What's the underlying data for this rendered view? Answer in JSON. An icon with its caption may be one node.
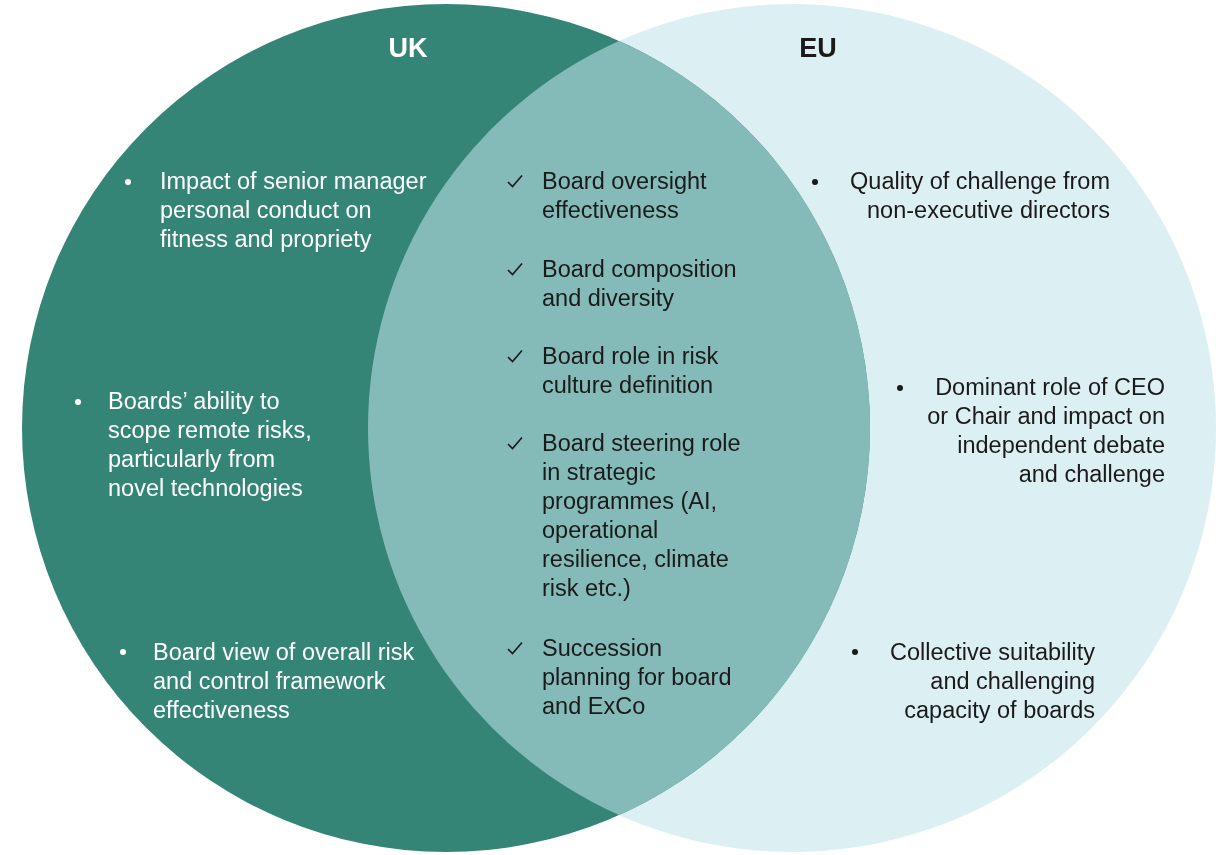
{
  "diagram": {
    "nodes": [
      {
        "text": [
          "UK"
        ]
      },
      {
        "text": [
          "EU"
        ]
      }
    ],
    "labels": [
      "Impact of senior manager personal conduct on fitness and propriety",
      "Boards’ ability to scope remote risks, particularly from novel technologies",
      "Board view of overall risk and control framework effectiveness",
      "Board oversight effectiveness",
      "Board composition and diversity",
      "Board role in risk culture definition",
      "Board steering role in strategic programmes (AI, operational resilience, climate risk etc.)",
      "Succession planning for board and ExCo",
      "Quality of challenge from non-executive directors",
      "Dominant role of CEO or Chair and impact on independent debate and challenge",
      "Collective suitability and challenging capacity of boards"
    ]
  }
}
